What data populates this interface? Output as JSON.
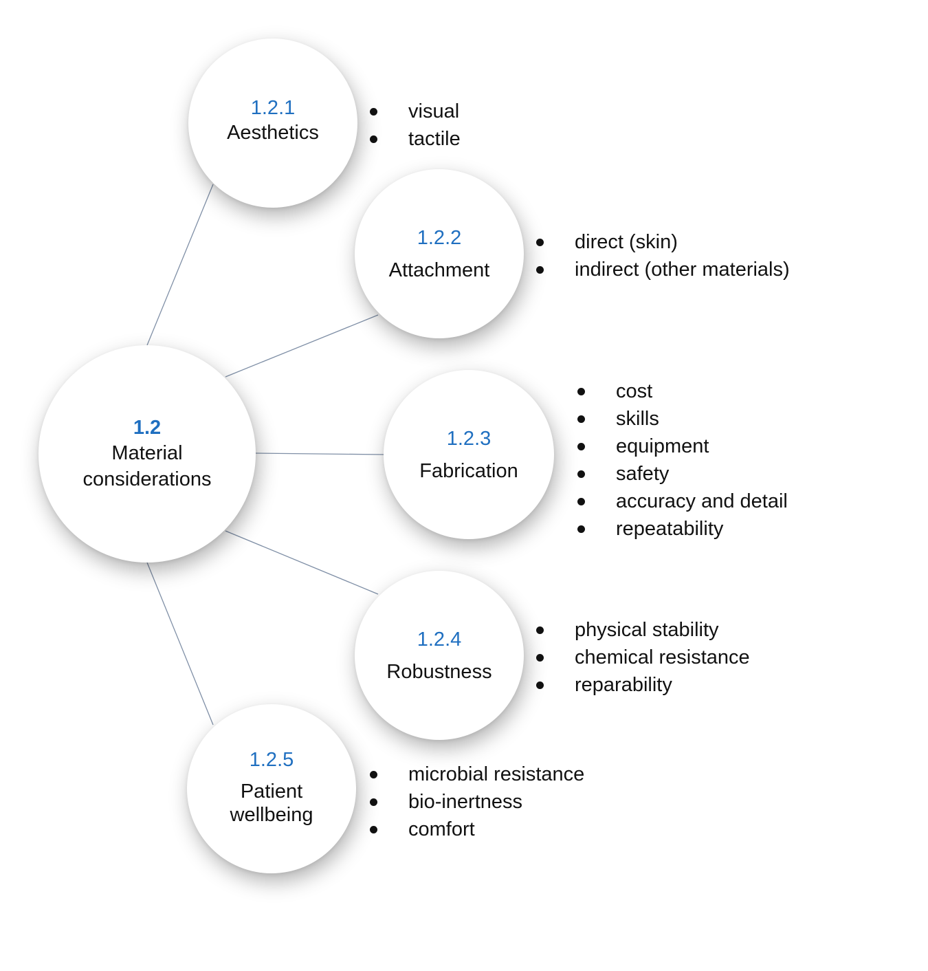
{
  "center": {
    "number": "1.2",
    "label": "Material\nconsiderations"
  },
  "nodes": [
    {
      "number": "1.2.1",
      "label": "Aesthetics",
      "items": [
        "visual",
        "tactile"
      ]
    },
    {
      "number": "1.2.2",
      "label": "Attachment",
      "items": [
        "direct (skin)",
        "indirect (other materials)"
      ]
    },
    {
      "number": "1.2.3",
      "label": "Fabrication",
      "items": [
        "cost",
        "skills",
        "equipment",
        "safety",
        "accuracy and detail",
        "repeatability"
      ]
    },
    {
      "number": "1.2.4",
      "label": "Robustness",
      "items": [
        "physical stability",
        "chemical resistance",
        "reparability"
      ]
    },
    {
      "number": "1.2.5",
      "label": "Patient\nwellbeing",
      "items": [
        "microbial resistance",
        "bio-inertness",
        "comfort"
      ]
    }
  ],
  "colors": {
    "number": "#1f6fc0",
    "connector": "#7f8fa6",
    "text": "#111111"
  }
}
